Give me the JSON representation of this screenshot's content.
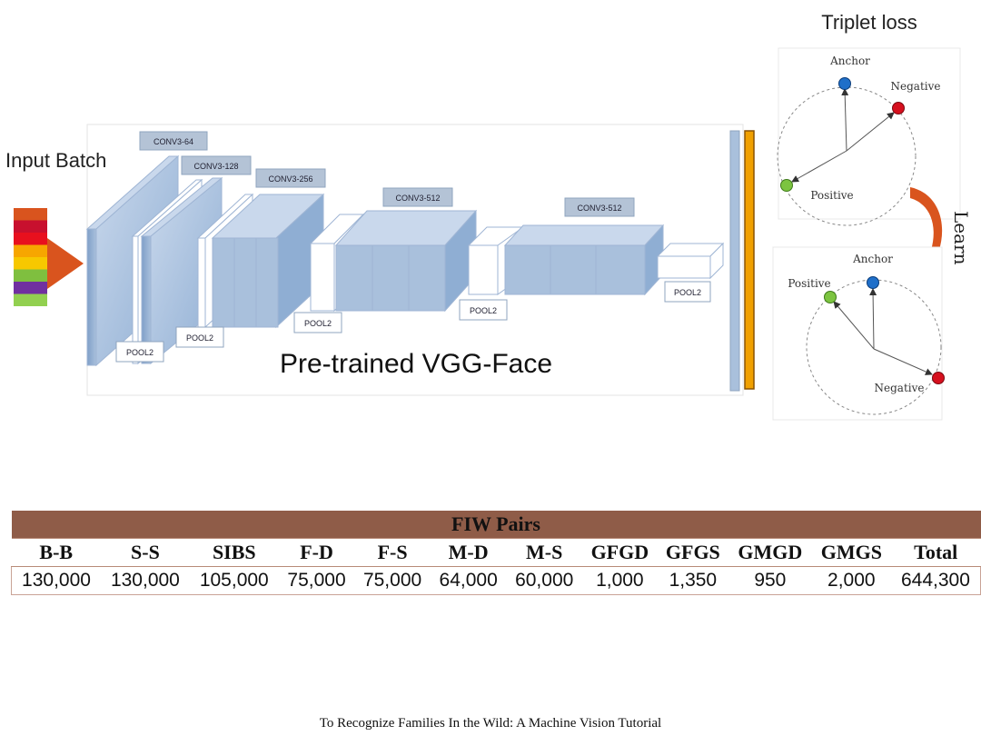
{
  "labels": {
    "input_batch": "Input Batch",
    "model_name": "Pre-trained VGG-Face",
    "triplet_loss": "Triplet loss",
    "learn": "Learn"
  },
  "layers": {
    "conv1": "CONV3-64",
    "conv2": "CONV3-128",
    "conv3": "CONV3-256",
    "conv4": "CONV3-512",
    "conv5": "CONV3-512",
    "pool": "POOL2"
  },
  "triplet": {
    "anchor": "Anchor",
    "negative": "Negative",
    "positive": "Positive"
  },
  "colors": {
    "input_batch": [
      "#d9541e",
      "#c8102e",
      "#e8101e",
      "#f7a600",
      "#f7c800",
      "#7fbf3f",
      "#7030a0",
      "#92d050"
    ],
    "anchor": "#1f6fc9",
    "negative": "#d6101e",
    "positive": "#7cc440",
    "arrow": "#d9541e",
    "conv_block": "#a9c0dc",
    "output_bar": "#f0a000",
    "table_header": "#8f5c48"
  },
  "table": {
    "title": "FIW Pairs",
    "headers": [
      "B-B",
      "S-S",
      "SIBS",
      "F-D",
      "F-S",
      "M-D",
      "M-S",
      "GFGD",
      "GFGS",
      "GMGD",
      "GMGS",
      "Total"
    ],
    "values": [
      "130,000",
      "130,000",
      "105,000",
      "75,000",
      "75,000",
      "64,000",
      "60,000",
      "1,000",
      "1,350",
      "950",
      "2,000",
      "644,300"
    ]
  },
  "footer": "To Recognize Families In the Wild: A Machine Vision Tutorial"
}
